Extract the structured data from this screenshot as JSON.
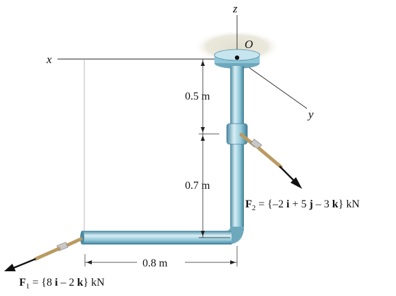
{
  "axes": {
    "x": "x",
    "y": "y",
    "z": "z",
    "origin": "O"
  },
  "dimensions": {
    "d1": "0.5 m",
    "d2": "0.7 m",
    "d3": "0.8 m"
  },
  "forces": {
    "f2": {
      "sym": "F",
      "sub": "2",
      "pre": " = {–2 ",
      "i": "i",
      "mid1": " + 5 ",
      "j": "j",
      "mid2": " – 3 ",
      "k": "k",
      "post": "} kN"
    },
    "f1": {
      "sym": "F",
      "sub": "1",
      "pre": " = {8 ",
      "i": "i",
      "mid1": " – 2 ",
      "k": "k",
      "post": "} kN"
    }
  },
  "colors": {
    "pipe": "#8fc6d8",
    "pipe_dark": "#4a8aa2",
    "pipe_light": "#d8eef5",
    "ceiling": "#e8e6d9",
    "rope": "#b99a62"
  }
}
